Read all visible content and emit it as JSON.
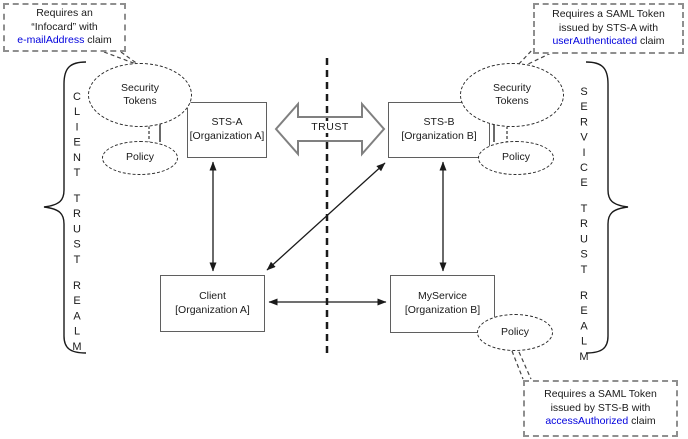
{
  "callouts": {
    "infocard": {
      "line1": "Requires an",
      "line2": "“Infocard” with",
      "claim": "e-mailAddress",
      "after": " claim"
    },
    "sts_a_token": {
      "line1": "Requires a SAML Token",
      "line2": "issued by STS-A with",
      "claim": "userAuthenticated",
      "after": " claim"
    },
    "sts_b_token": {
      "line1": "Requires a SAML Token",
      "line2": "issued by STS-B with",
      "claim": "accessAuthorized",
      "after": " claim"
    }
  },
  "nodes": {
    "sts_a": {
      "title": "STS-A",
      "org": "[Organization A]"
    },
    "sts_b": {
      "title": "STS-B",
      "org": "[Organization B]"
    },
    "client": {
      "title": "Client",
      "org": "[Organization A]"
    },
    "myservice": {
      "title": "MyService",
      "org": "[Organization B]"
    }
  },
  "ellipses": {
    "tokens_left": {
      "label": "Security Tokens"
    },
    "tokens_right": {
      "label": "Security Tokens"
    },
    "policy_sts_a": {
      "label": "Policy"
    },
    "policy_sts_b": {
      "label": "Policy"
    },
    "policy_myservice": {
      "label": "Policy"
    }
  },
  "realms": {
    "client": {
      "word1": "CLIENT",
      "word2": "TRUST",
      "word3": "REALM"
    },
    "service": {
      "word1": "SERVICE",
      "word2": "TRUST",
      "word3": "REALM"
    }
  },
  "trust": {
    "label": "TRUST"
  },
  "colors": {
    "claim_text": "#0000dd",
    "diagram_lines": "#1a1a1a",
    "box_border": "#5f5f5f",
    "callout_border": "#8f8f8f",
    "trust_arrow_border": "#808080"
  }
}
